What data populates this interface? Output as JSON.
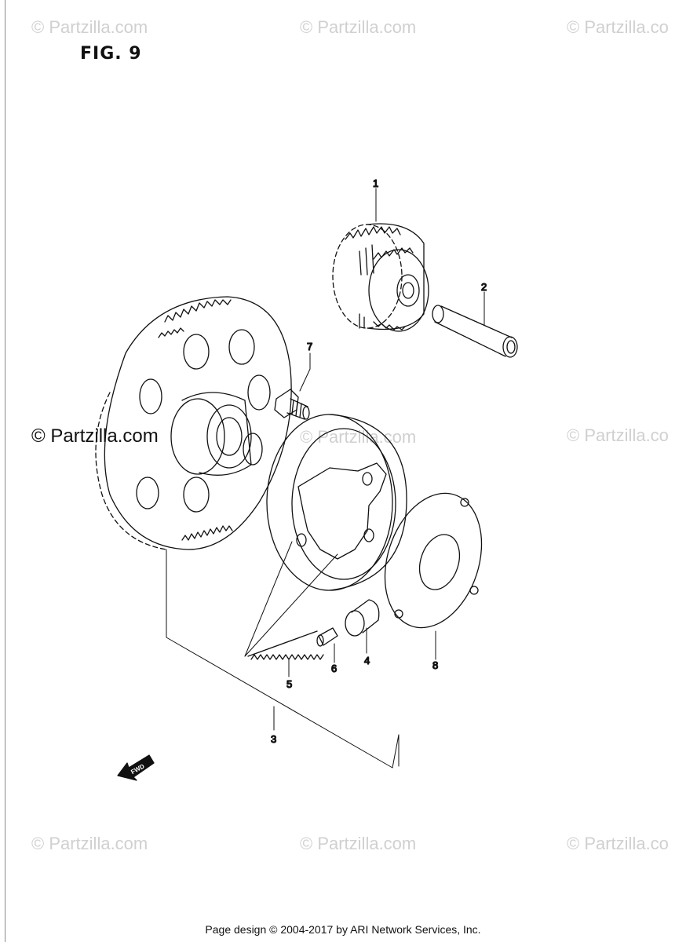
{
  "figure": {
    "label": "FIG. 9"
  },
  "watermarks": [
    "© Partzilla.com",
    "© Partzilla.com",
    "© Partzilla.co",
    "© Partzilla.com",
    "© Partzilla.com",
    "© Partzilla.co",
    "© Partzilla.com",
    "© Partzilla.com",
    "© Partzilla.co"
  ],
  "callouts": [
    "1",
    "2",
    "3",
    "4",
    "5",
    "6",
    "7",
    "8"
  ],
  "fwd_label": "FWD",
  "footer": {
    "text": "Page design © 2004-2017 by ARI Network Services, Inc."
  },
  "colors": {
    "line": "#111111",
    "watermark": "#d0d0d0",
    "background": "#ffffff"
  }
}
